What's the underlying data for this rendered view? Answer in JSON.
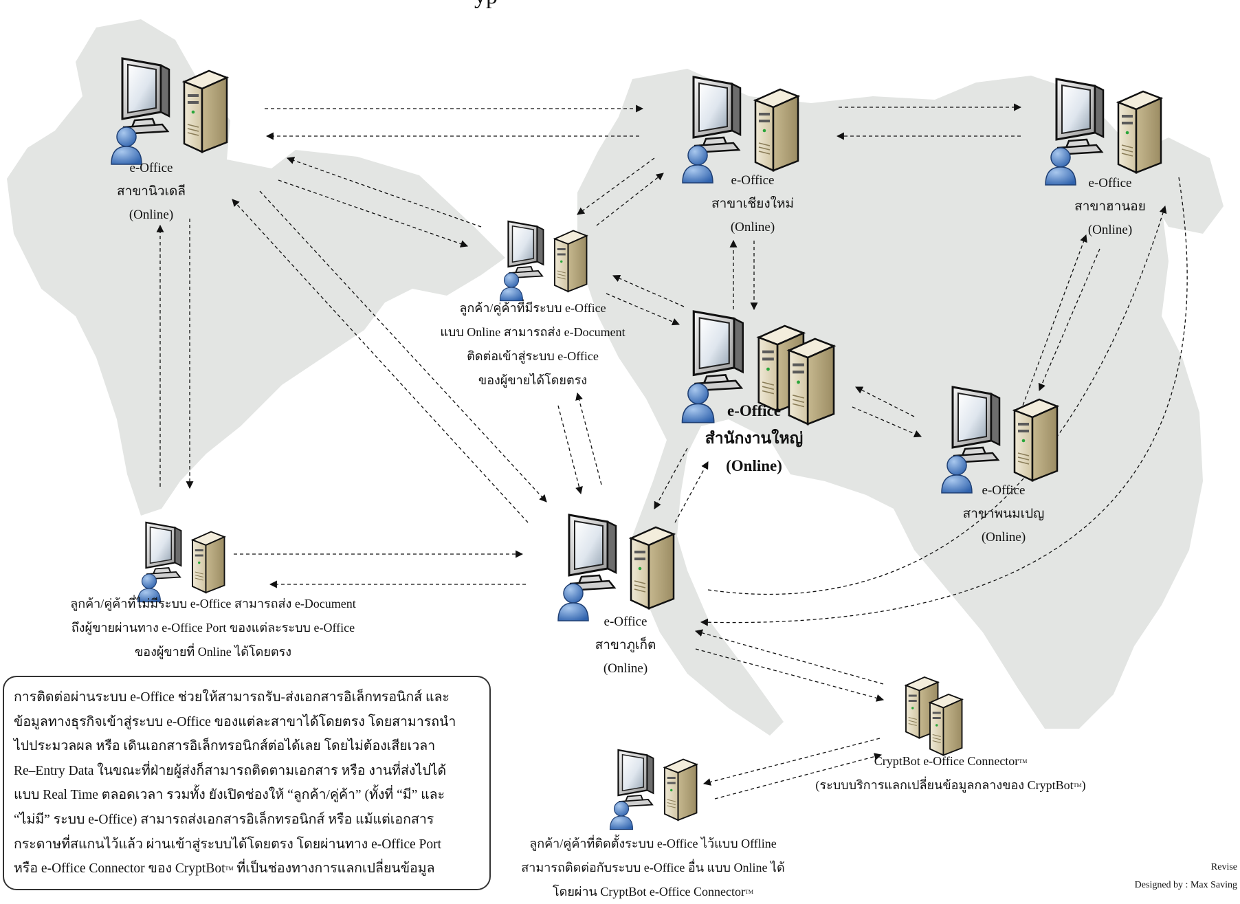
{
  "title_fragment": "yp",
  "nodes": {
    "newdelhi": {
      "lines": [
        "e-Office",
        "สาขานิวเดลี",
        "(Online)"
      ]
    },
    "chiangmai": {
      "lines": [
        "e-Office",
        "สาขาเชียงใหม่",
        "(Online)"
      ]
    },
    "hanoi": {
      "lines": [
        "e-Office",
        "สาขาฮานอย",
        "(Online)"
      ]
    },
    "headquarters": {
      "lines": [
        "e-Office",
        "สำนักงานใหญ่",
        "(Online)"
      ]
    },
    "phnompenh": {
      "lines": [
        "e-Office",
        "สาขาพนมเปญ",
        "(Online)"
      ]
    },
    "phuket": {
      "lines": [
        "e-Office",
        "สาขาภูเก็ต",
        "(Online)"
      ]
    },
    "client_online": {
      "lines": [
        "ลูกค้า/คู่ค้าที่มีระบบ e-Office",
        "แบบ Online สามารถส่ง e-Document",
        "ติดต่อเข้าสู่ระบบ e-Office",
        "ของผู้ขายได้โดยตรง"
      ]
    },
    "client_no_eoffice": {
      "lines": [
        "ลูกค้า/คู่ค้าที่ไม่มีระบบ e-Office สามารถส่ง e-Document",
        "ถึงผู้ขายผ่านทาง  e-Office Port  ของแต่ละระบบ  e-Office",
        "ของผู้ขายที่ Online ได้โดยตรง"
      ]
    },
    "client_offline": {
      "lines": [
        "ลูกค้า/คู่ค้าที่ติดตั้งระบบ e-Office ไว้แบบ Offline",
        "สามารถติดต่อกับระบบ  e-Office อื่น แบบ Online ได้",
        "โดยผ่าน CryptBot e-Office Connector"
      ]
    },
    "connector": {
      "lines": [
        "CryptBot e-Office Connector",
        "(ระบบบริการแลกเปลี่ยนข้อมูลกลางของ CryptBot"
      ],
      "line2_suffix": ")",
      "tm": "TM"
    }
  },
  "note": {
    "lines": [
      "การติดต่อผ่านระบบ e-Office ช่วยให้สามารถรับ-ส่งเอกสารอิเล็กทรอนิกส์ และ",
      "ข้อมูลทางธุรกิจเข้าสู่ระบบ e-Office ของแต่ละสาขาได้โดยตรง โดยสามารถนำ",
      "ไปประมวลผล  หรือ  เดินเอกสารอิเล็กทรอนิกส์ต่อได้เลย   โดยไม่ต้องเสียเวลา",
      "Re–Entry Data ในขณะที่ฝ่ายผู้ส่งก็สามารถติดตามเอกสาร หรือ งานที่ส่งไปได้",
      "แบบ Real Time ตลอดเวลา รวมทั้ง ยังเปิดช่องให้ “ลูกค้า/คู่ค้า” (ทั้งที่  “มี” และ",
      "“ไม่มี” ระบบ e-Office)    สามารถส่งเอกสารอิเล็กทรอนิกส์ หรือ แม้แต่เอกสาร",
      "กระดาษที่สแกนไว้แล้ว ผ่านเข้าสู่ระบบได้โดยตรง   โดยผ่านทาง e-Office Port",
      "หรือ e-Office Connector ของ CryptBot"
    ],
    "last_line_suffix": " ที่เป็นช่องทางการแลกเปลี่ยนข้อมูล",
    "tm": "TM"
  },
  "corner": {
    "revise": "Revise",
    "designed": "Designed by : Max Saving"
  }
}
